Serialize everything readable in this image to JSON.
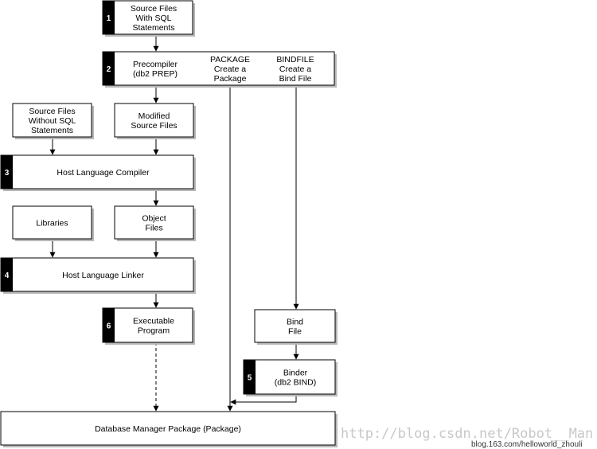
{
  "nodes": {
    "source_sql": {
      "number": "1",
      "lines": [
        "Source Files",
        "With SQL",
        "Statements"
      ]
    },
    "precompiler": {
      "number": "2",
      "lines": [
        "Precompiler",
        "(db2 PREP)"
      ]
    },
    "package_col": {
      "lines": [
        "PACKAGE",
        "Create a",
        "Package"
      ]
    },
    "bindfile_col": {
      "lines": [
        "BINDFILE",
        "Create a",
        "Bind File"
      ]
    },
    "source_nosql": {
      "lines": [
        "Source Files",
        "Without SQL",
        "Statements"
      ]
    },
    "modified": {
      "lines": [
        "Modified",
        "Source Files"
      ]
    },
    "compiler": {
      "number": "3",
      "lines": [
        "Host Language Compiler"
      ]
    },
    "libraries": {
      "lines": [
        "Libraries"
      ]
    },
    "object_files": {
      "lines": [
        "Object",
        "Files"
      ]
    },
    "linker": {
      "number": "4",
      "lines": [
        "Host Language Linker"
      ]
    },
    "executable": {
      "number": "6",
      "lines": [
        "Executable",
        "Program"
      ]
    },
    "bind_file": {
      "lines": [
        "Bind",
        "File"
      ]
    },
    "binder": {
      "number": "5",
      "lines": [
        "Binder",
        "(db2 BIND)"
      ]
    },
    "db_package": {
      "lines": [
        "Database Manager Package   (Package)"
      ]
    }
  },
  "watermarks": {
    "csdn": "http://blog.csdn.net/Robot__Man",
    "netease": "blog.163.com/helloworld_zhouli"
  }
}
